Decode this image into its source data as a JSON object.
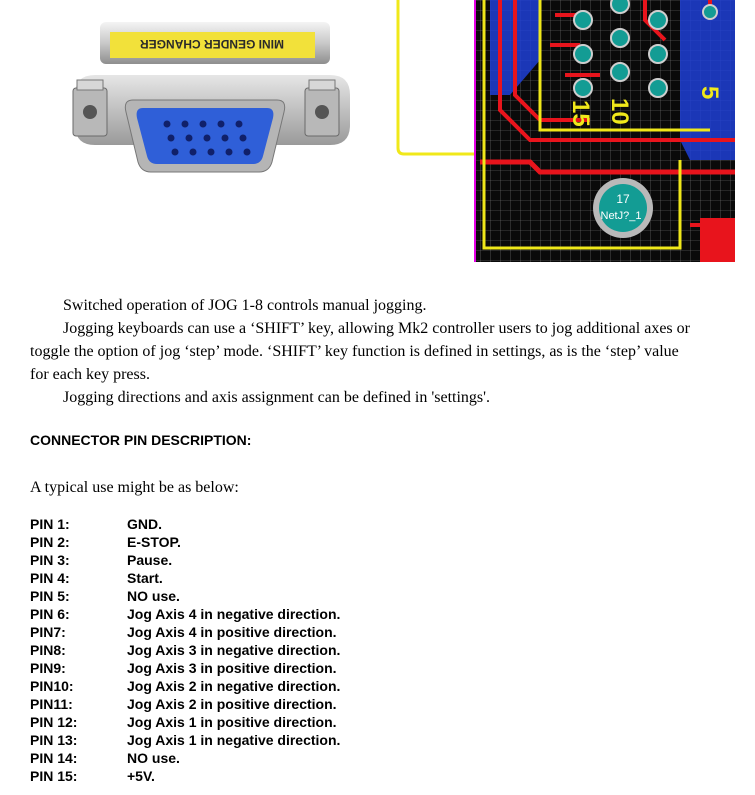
{
  "figures": {
    "photo": {
      "label_text": "MINI GENDER CHANGER"
    },
    "pcb": {
      "pin_numbers": [
        "5",
        "10",
        "15"
      ],
      "pad_number": "17",
      "pad_net": "NetJ?_1",
      "colors": {
        "board": "#0a0a0a",
        "trace": "#e8141c",
        "copper_blue": "#1f3fd6",
        "outline": "#f0e81a",
        "border": "#e400e4",
        "pad": "#139c94"
      }
    }
  },
  "paragraphs": {
    "p1": "Switched operation of JOG 1-8 controls manual jogging.",
    "p2_line1": "Jogging keyboards can use a ‘SHIFT’ key, allowing Mk2 controller users to jog additional axes or",
    "p2_line2": "toggle the option of jog ‘step’ mode. ‘SHIFT’ key function is defined in settings, as is the ‘step’ value",
    "p2_line3": "for each key press.",
    "p3": "Jogging directions and axis assignment can be defined in 'settings'."
  },
  "heading": "CONNECTOR PIN DESCRIPTION:",
  "intro": "A typical use might be as below:",
  "pins": [
    {
      "label": "PIN 1:",
      "desc": "GND."
    },
    {
      "label": "PIN 2:",
      "desc": "E-STOP."
    },
    {
      "label": "PIN 3:",
      "desc": "Pause."
    },
    {
      "label": "PIN 4:",
      "desc": "Start."
    },
    {
      "label": "PIN 5:",
      "desc": "NO use."
    },
    {
      "label": "PIN 6:",
      "desc": "Jog Axis 4 in negative direction."
    },
    {
      "label": "PIN7:",
      "desc": "Jog Axis 4 in positive direction."
    },
    {
      "label": "PIN8:",
      "desc": "Jog Axis 3 in negative direction."
    },
    {
      "label": "PIN9:",
      "desc": "Jog Axis 3 in positive direction."
    },
    {
      "label": "PIN10:",
      "desc": "Jog Axis 2 in negative direction."
    },
    {
      "label": "PIN11:",
      "desc": "Jog Axis 2 in positive direction."
    },
    {
      "label": "PIN 12:",
      "desc": "Jog Axis 1 in positive direction."
    },
    {
      "label": "PIN 13:",
      "desc": "Jog Axis 1 in negative direction."
    },
    {
      "label": "PIN 14:",
      "desc": "NO use."
    },
    {
      "label": "PIN 15:",
      "desc": "+5V."
    }
  ]
}
